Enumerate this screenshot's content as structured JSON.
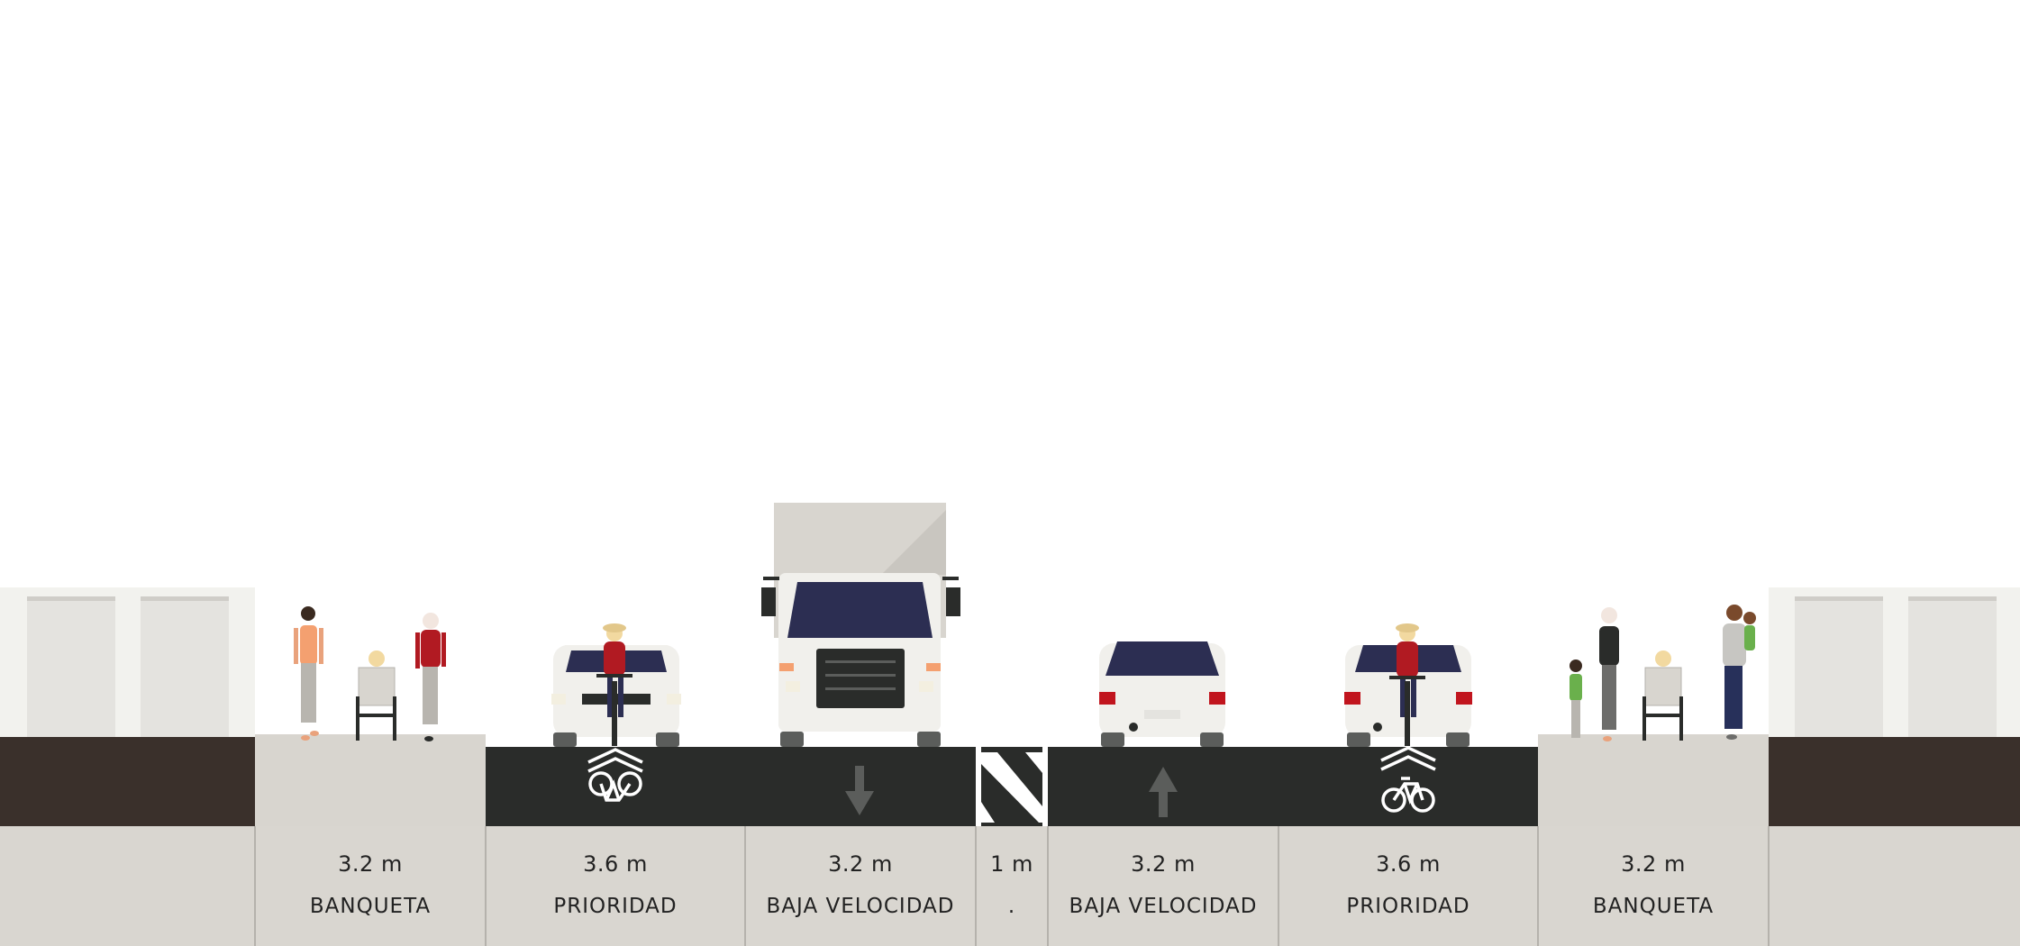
{
  "colors": {
    "sky": "#ffffff",
    "building_facade": "#f2f2ee",
    "building_window": "#e4e3df",
    "building_ground": "#3a302b",
    "sidewalk": "#d8d5cf",
    "road": "#2a2c2a",
    "label_band": "#d9d6d0",
    "divider_line": "#a9a6a0",
    "marking": "#ffffff",
    "arrow": "#5b5d5b",
    "car_body": "#f1f0ec",
    "windshield": "#2c2e52",
    "tail_light": "#c1151e",
    "head_light": "#f3efe0",
    "truck_box": "#d8d5cf"
  },
  "segments": [
    {
      "id": "banqueta-left",
      "width_label": "3.2 m",
      "name": "BANQUETA",
      "type": "sidewalk"
    },
    {
      "id": "prioridad-left",
      "width_label": "3.6 m",
      "name": "PRIORIDAD",
      "type": "bike-priority-lane",
      "marking_icon": "bike-sharrow-icon"
    },
    {
      "id": "baja-velocidad-left",
      "width_label": "3.2 m",
      "name": "BAJA VELOCIDAD",
      "type": "travel-lane",
      "direction": "down"
    },
    {
      "id": "divider",
      "width_label": "1 m",
      "name": ".",
      "type": "striped-buffer"
    },
    {
      "id": "baja-velocidad-right",
      "width_label": "3.2 m",
      "name": "BAJA VELOCIDAD",
      "type": "travel-lane",
      "direction": "up"
    },
    {
      "id": "prioridad-right",
      "width_label": "3.6 m",
      "name": "PRIORIDAD",
      "type": "bike-priority-lane",
      "marking_icon": "bike-sharrow-icon"
    },
    {
      "id": "banqueta-right",
      "width_label": "3.2 m",
      "name": "BANQUETA",
      "type": "sidewalk"
    }
  ]
}
